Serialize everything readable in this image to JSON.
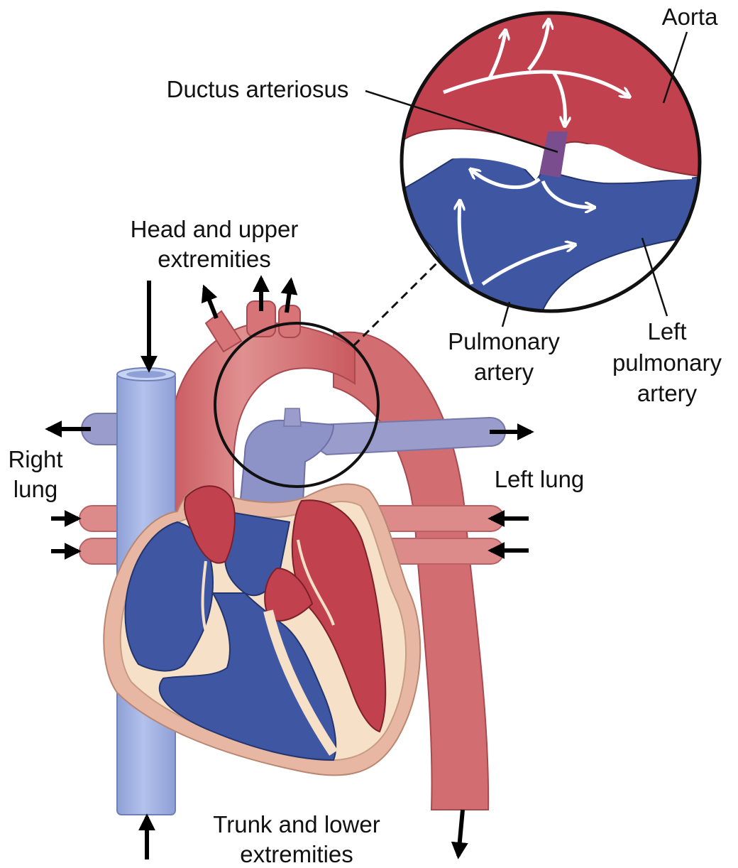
{
  "labels": {
    "aorta": "Aorta",
    "ductus_arteriosus": "Ductus arteriosus",
    "head_upper_line1": "Head and upper",
    "head_upper_line2": "extremities",
    "right_lung_line1": "Right",
    "right_lung_line2": "lung",
    "left_lung": "Left lung",
    "pulmonary_artery_line1": "Pulmonary",
    "pulmonary_artery_line2": "artery",
    "left_pulmonary_artery_line1": "Left",
    "left_pulmonary_artery_line2": "pulmonary",
    "left_pulmonary_artery_line3": "artery",
    "trunk_lower_line1": "Trunk and lower",
    "trunk_lower_line2": "extremities"
  },
  "colors": {
    "oxygenated_blood": "#c2414f",
    "deoxygenated_blood": "#3f57a3",
    "aorta_vessel": "#d67478",
    "vena_cava": "#9badde",
    "pulmonary_vessel": "#9a9ccc",
    "pulmonary_vein": "#dc8a8a",
    "myocardium": "#f6e1c8",
    "pericardium": "#e8b7a3",
    "arrow": "#000000",
    "flow_arrow": "#ffffff",
    "outline": "#111111"
  }
}
